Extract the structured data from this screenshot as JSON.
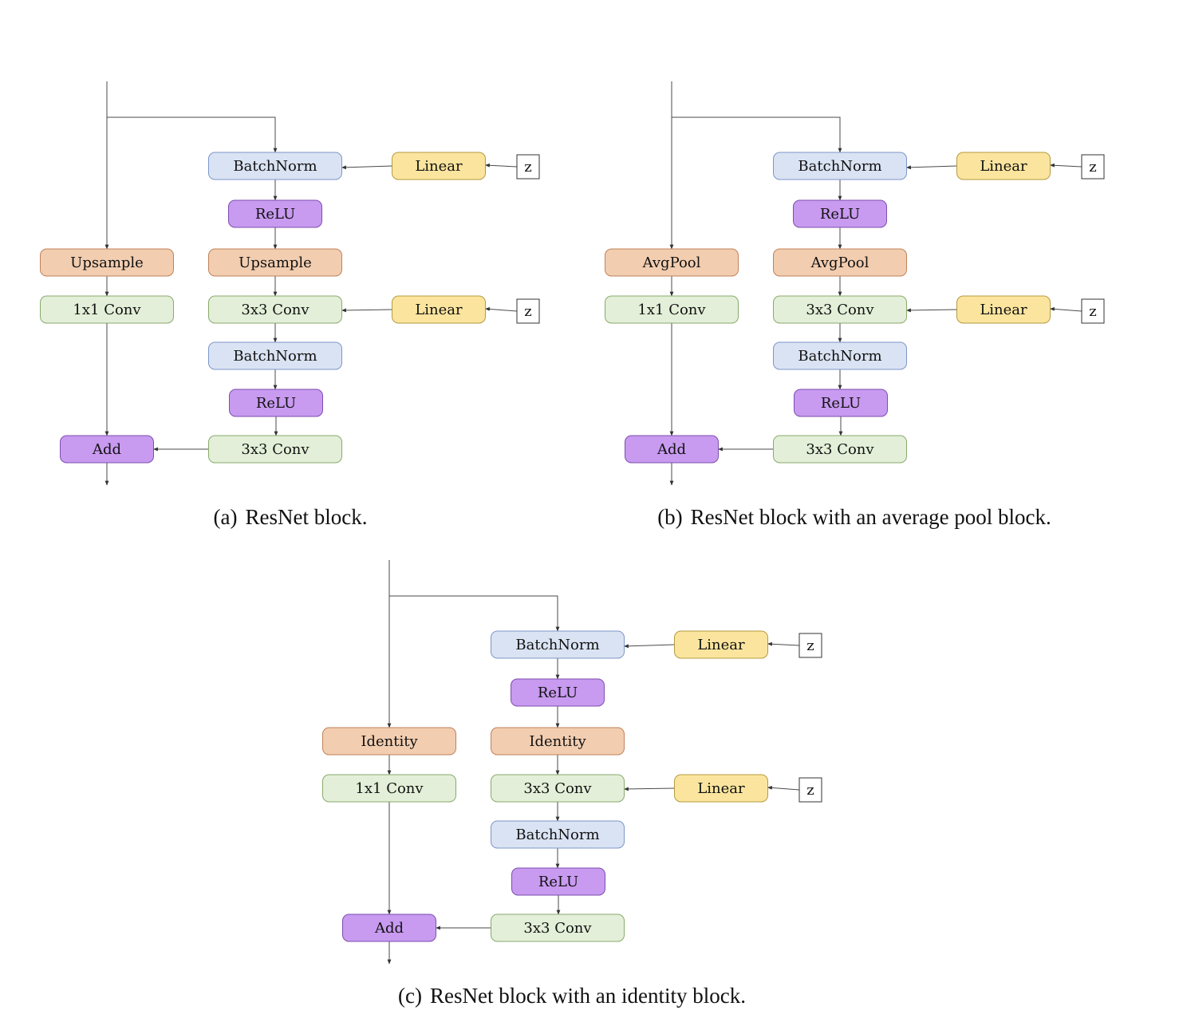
{
  "colors": {
    "batchnorm": {
      "fill": "#dae3f3",
      "stroke": "#7c96c9"
    },
    "relu": {
      "fill": "#c89af0",
      "stroke": "#7d4fae"
    },
    "resample": {
      "fill": "#f2cdb0",
      "stroke": "#c0825a"
    },
    "conv": {
      "fill": "#e3efd8",
      "stroke": "#88aa6c"
    },
    "linear": {
      "fill": "#fbe59e",
      "stroke": "#b59a3e"
    },
    "input": {
      "fill": "#ffffff",
      "stroke": "#333333"
    }
  },
  "diagrams": [
    {
      "caption_tag": "(a)",
      "caption_text": "ResNet block.",
      "labels": {
        "shortcut_resample": "Upsample",
        "shortcut_conv": "1x1 Conv",
        "add": "Add",
        "bn1": "BatchNorm",
        "relu1": "ReLU",
        "main_resample": "Upsample",
        "conv1": "3x3 Conv",
        "bn2": "BatchNorm",
        "relu2": "ReLU",
        "conv2": "3x3 Conv",
        "linear1": "Linear",
        "linear2": "Linear",
        "z1": "z",
        "z2": "z"
      }
    },
    {
      "caption_tag": "(b)",
      "caption_text": "ResNet block with an average pool block.",
      "labels": {
        "shortcut_resample": "AvgPool",
        "shortcut_conv": "1x1 Conv",
        "add": "Add",
        "bn1": "BatchNorm",
        "relu1": "ReLU",
        "main_resample": "AvgPool",
        "conv1": "3x3 Conv",
        "bn2": "BatchNorm",
        "relu2": "ReLU",
        "conv2": "3x3 Conv",
        "linear1": "Linear",
        "linear2": "Linear",
        "z1": "z",
        "z2": "z"
      }
    },
    {
      "caption_tag": "(c)",
      "caption_text": "ResNet block with an identity block.",
      "labels": {
        "shortcut_resample": "Identity",
        "shortcut_conv": "1x1 Conv",
        "add": "Add",
        "bn1": "BatchNorm",
        "relu1": "ReLU",
        "main_resample": "Identity",
        "conv1": "3x3 Conv",
        "bn2": "BatchNorm",
        "relu2": "ReLU",
        "conv2": "3x3 Conv",
        "linear1": "Linear",
        "linear2": "Linear",
        "z1": "z",
        "z2": "z"
      }
    }
  ]
}
